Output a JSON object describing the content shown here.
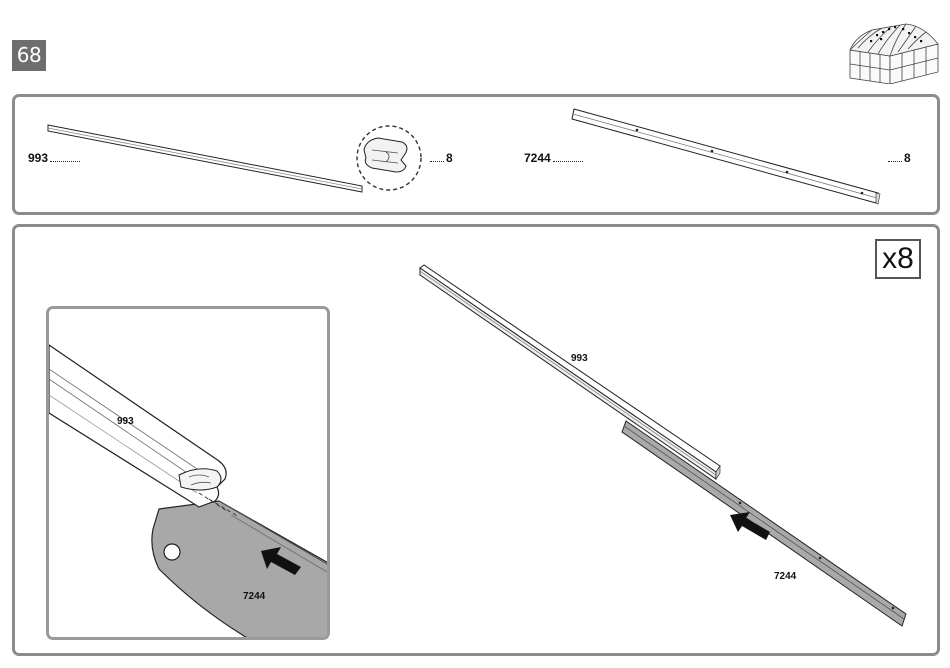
{
  "step": {
    "number": "68"
  },
  "parts": [
    {
      "code": "993",
      "quantity": "8"
    },
    {
      "code": "7244",
      "quantity": "8"
    }
  ],
  "assembly": {
    "multiplier": "x8",
    "labels": {
      "upper_profile": "993",
      "lower_profile": "7244"
    }
  },
  "detail": {
    "labels": {
      "upper_profile": "993",
      "lower_profile": "7244"
    }
  }
}
